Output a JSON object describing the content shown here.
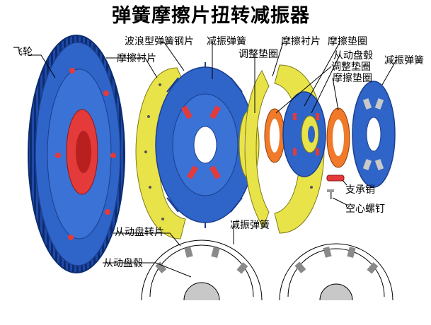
{
  "title": "弹簧摩擦片扭转减振器",
  "labels": {
    "flywheel": "飞轮",
    "friction_lining_left": "摩擦衬片",
    "wave_spring_steel_plate": "波浪型弹簧钢片",
    "damper_spring_top": "减振弹簧",
    "adjust_washer_top": "调整垫圈",
    "friction_lining_right": "摩擦衬片",
    "friction_washer_top": "摩擦垫圈",
    "driven_hub_top": "从动盘毂",
    "adjust_washer_mid": "调整垫圈",
    "friction_washer_mid": "摩擦垫圈",
    "damper_spring_right": "减振弹簧",
    "support_pin": "支承销",
    "hollow_rivet": "空心螺钉",
    "driven_disc_rotor": "从动盘转片",
    "damper_spring_bottom": "减振弹簧",
    "driven_hub_bottom": "从动盘毂"
  },
  "colors": {
    "blue": "#2f64c8",
    "blue_dark": "#1b3f8f",
    "yellow": "#e9e34a",
    "orange": "#f07a2a",
    "red": "#e43a3a",
    "line": "#000000"
  }
}
